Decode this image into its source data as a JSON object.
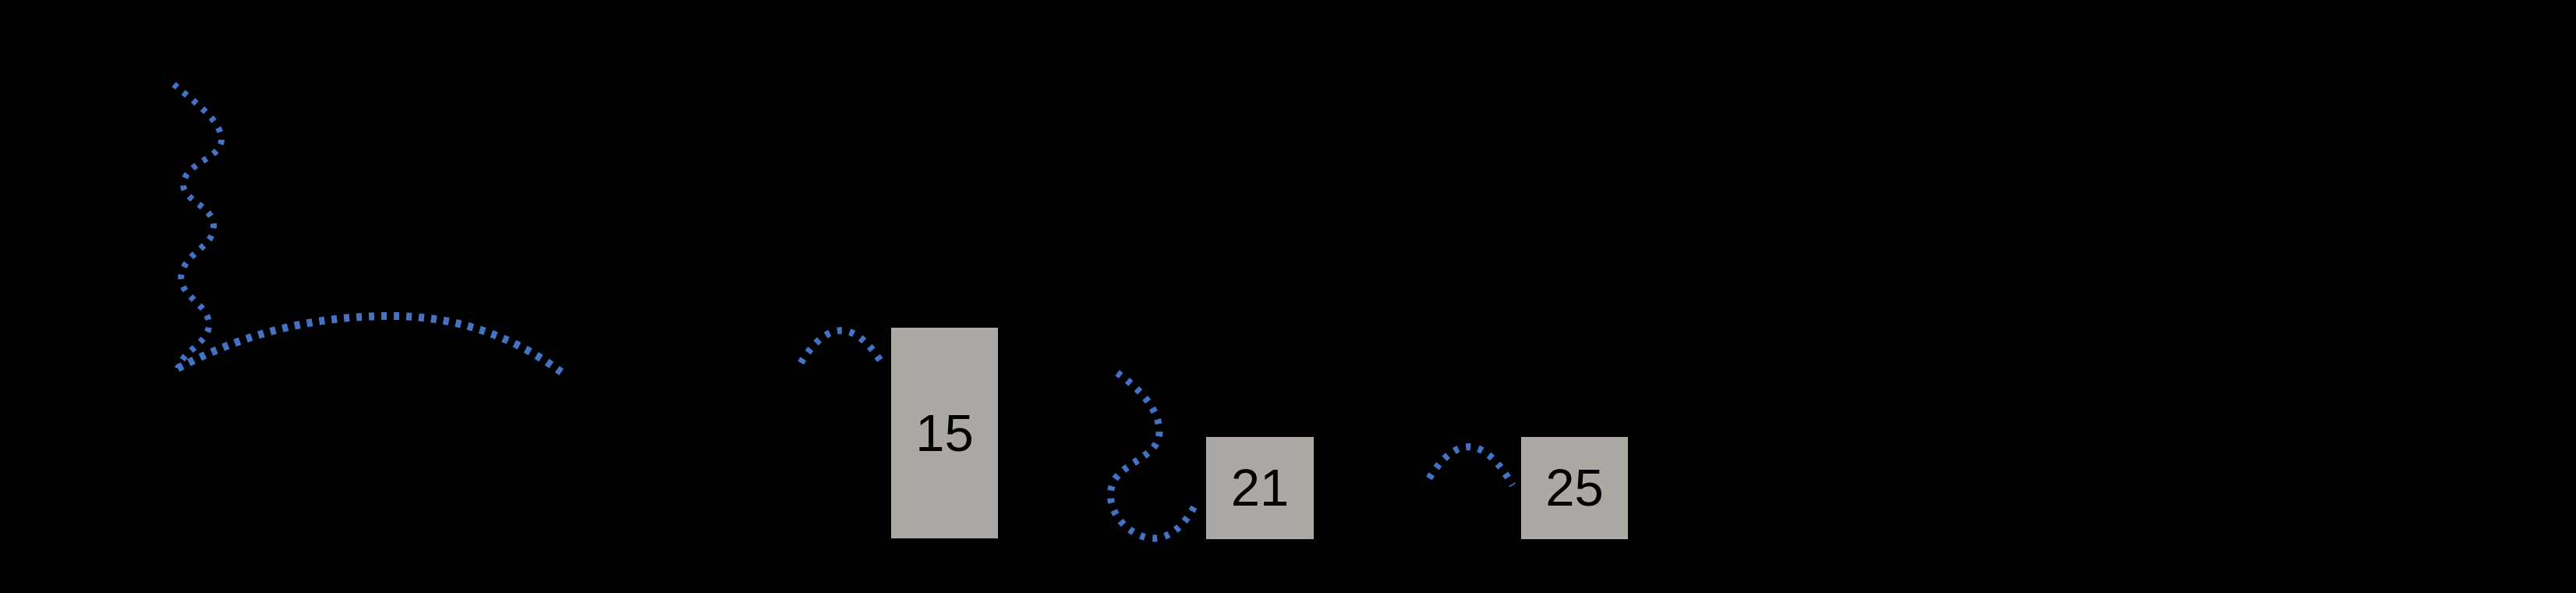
{
  "colors": {
    "background": "#000000",
    "annotation-blue": "#4472C4",
    "box-fill": "#ACA8A4",
    "box-text": "#000000"
  },
  "boxes": [
    {
      "label": "15"
    },
    {
      "label": "21"
    },
    {
      "label": "25"
    }
  ],
  "annotations": [
    {
      "name": "vertical-squiggle-line"
    },
    {
      "name": "long-arc-curve"
    },
    {
      "name": "hop-arc-to-15"
    },
    {
      "name": "s-squiggle-to-21"
    },
    {
      "name": "hop-arc-to-25"
    }
  ]
}
